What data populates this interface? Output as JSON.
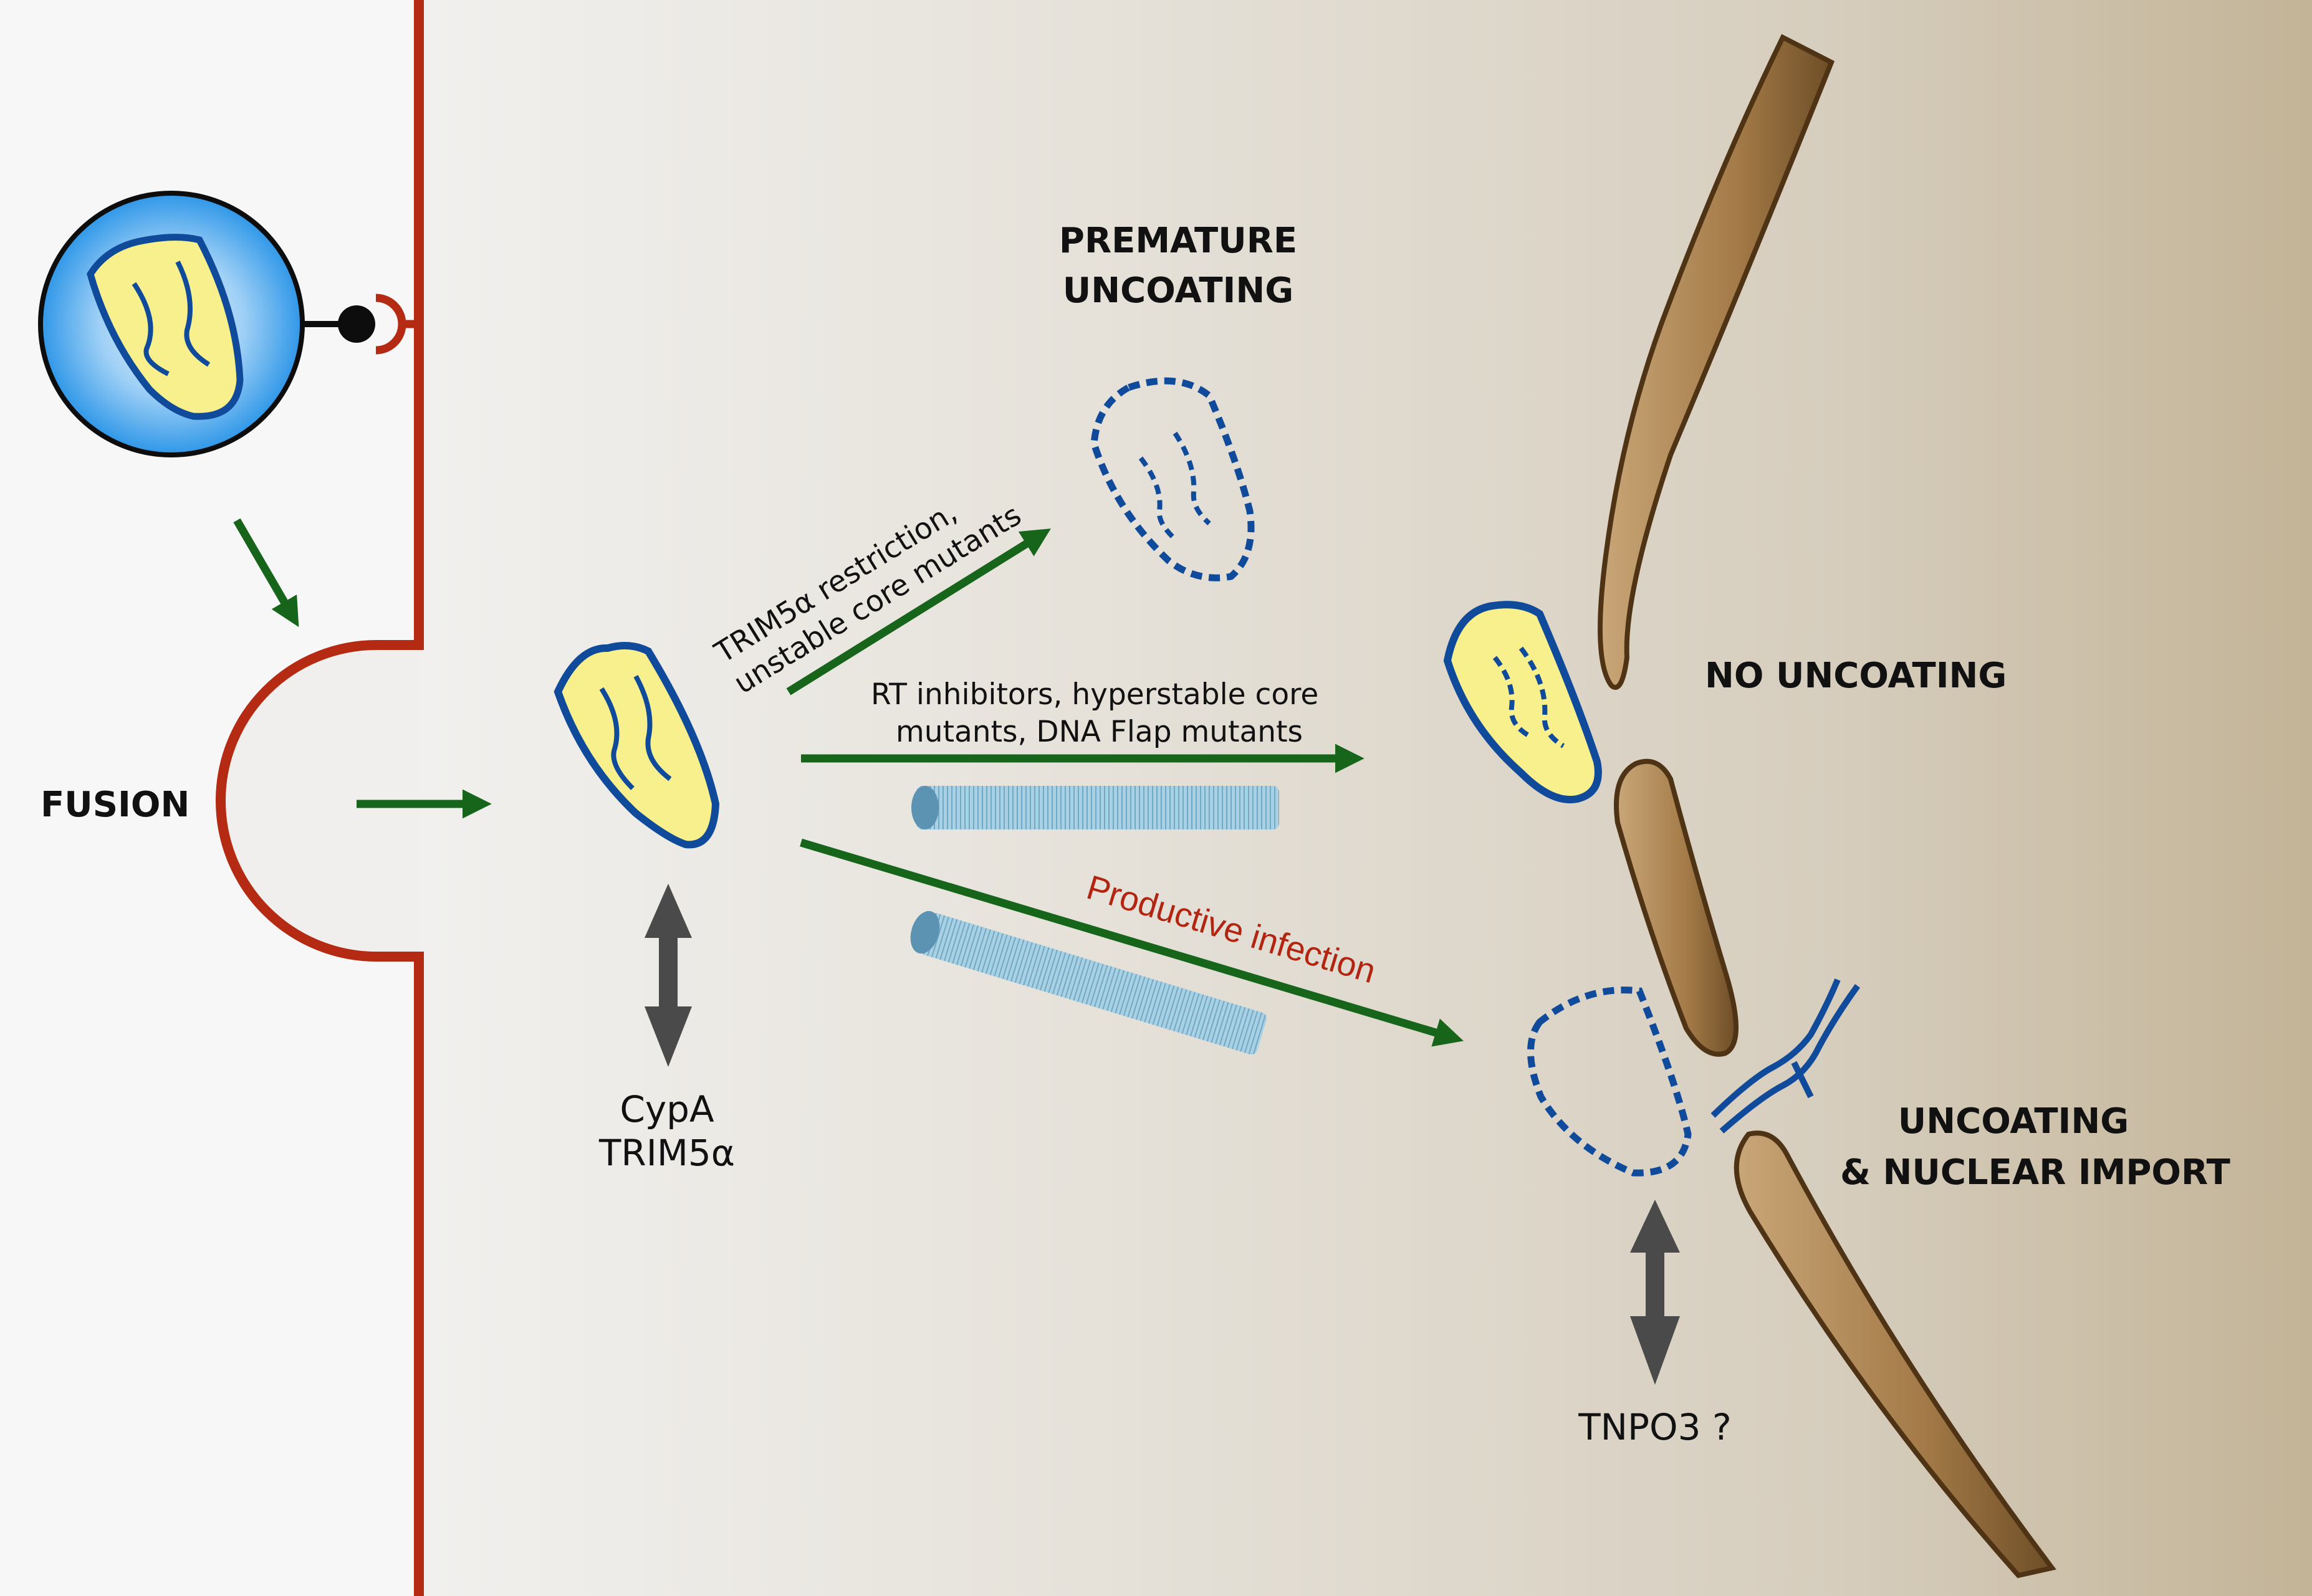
{
  "labels": {
    "fusion": "FUSION",
    "premature_line1": "PREMATURE",
    "premature_line2": "UNCOATING",
    "no_uncoating": "NO UNCOATING",
    "uncoating_line1": "UNCOATING",
    "uncoating_line2": "& NUCLEAR IMPORT",
    "restriction_line1": "TRIM5α restriction,",
    "restriction_line2": "unstable core mutants",
    "rt_line1": "RT inhibitors, hyperstable core",
    "rt_line2": "mutants, DNA Flap mutants",
    "productive": "Productive infection",
    "cypa": "CypA",
    "trim5a": "TRIM5α",
    "tnpo3": "TNPO3 ?"
  },
  "colors": {
    "membrane": "#b52a12",
    "arrow_green": "#17651a",
    "capsid_fill": "#f7f08c",
    "capsid_stroke": "#0f4a9b",
    "virion_blue": "#3a9ee8",
    "nuclear_envelope": "#a77d4a",
    "double_arrow": "#4a4a4a",
    "microtubule": "#9fc8dc"
  },
  "icons": [
    "virion-icon",
    "capsid-icon",
    "receptor-icon",
    "microtubule-icon",
    "nuclear-pore-icon",
    "dna-icon"
  ]
}
